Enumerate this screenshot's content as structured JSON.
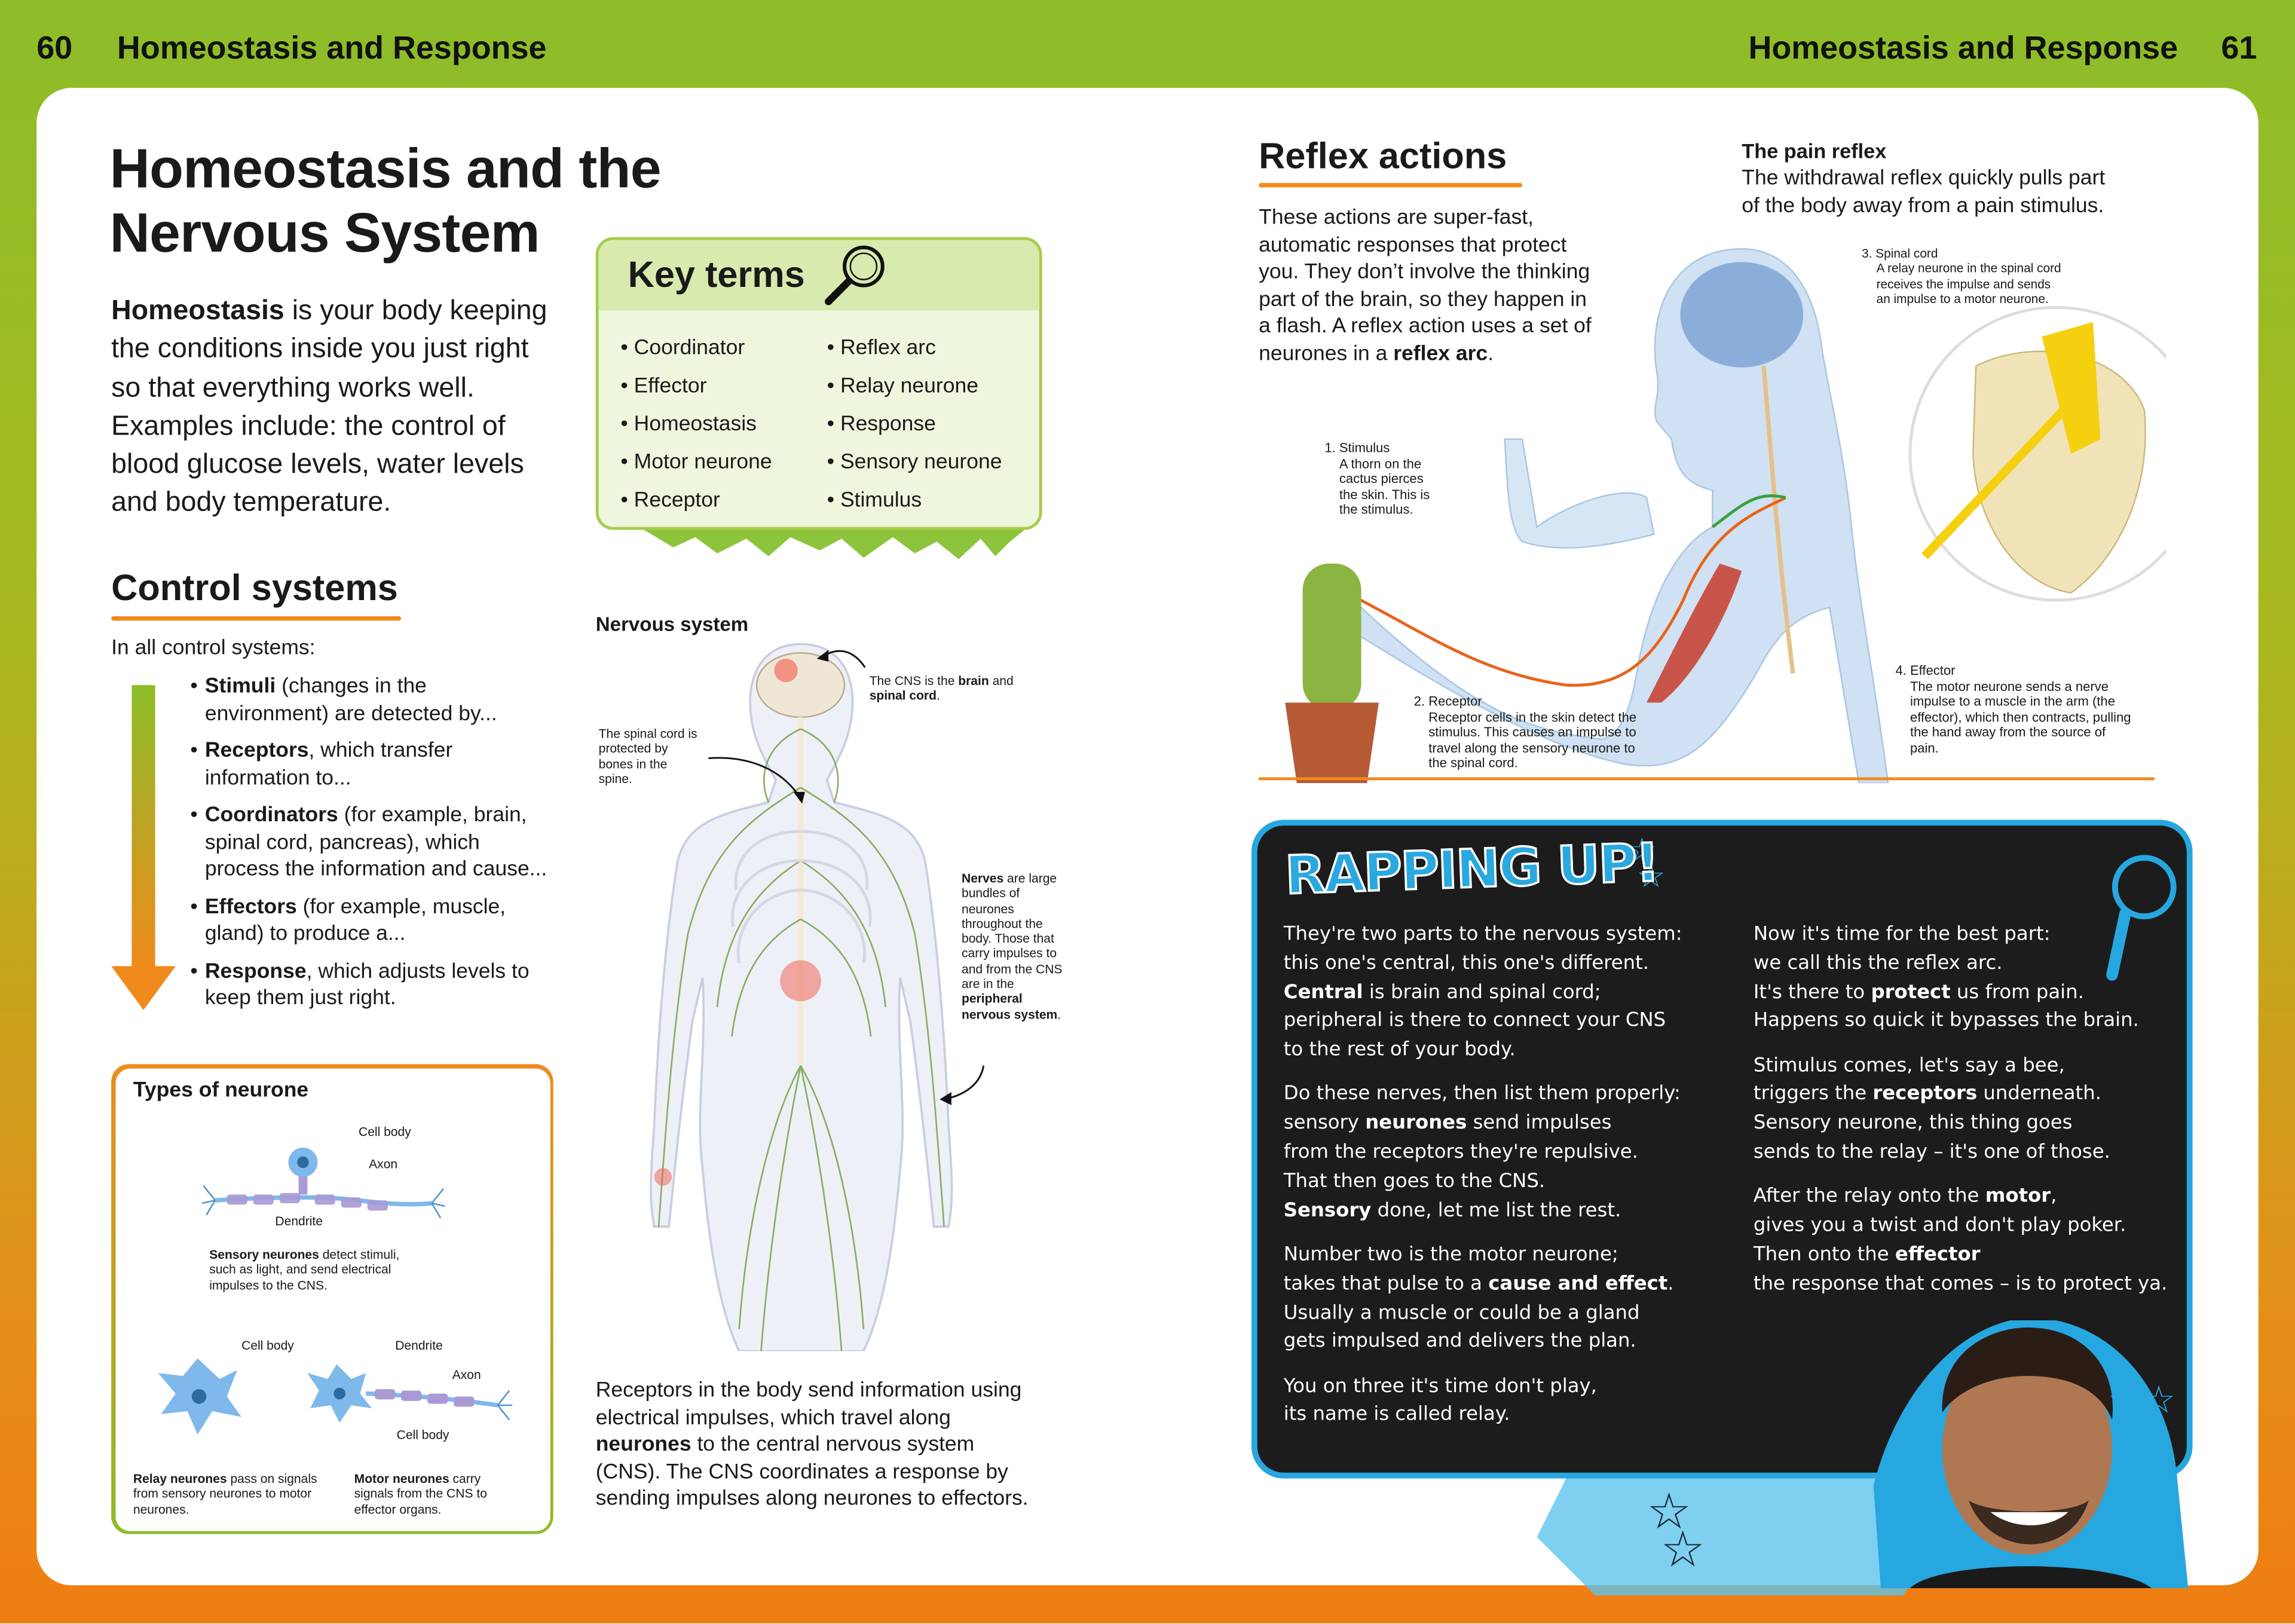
{
  "header": {
    "left_page_number": "60",
    "left_running_title": "Homeostasis and Response",
    "right_running_title": "Homeostasis and Response",
    "right_page_number": "61"
  },
  "title": {
    "line1": "Homeostasis and the",
    "line2": "Nervous System"
  },
  "intro": [
    [
      "Homeostasis",
      true
    ],
    [
      " is your body keeping the conditions inside you just right so that everything works well. Examples include: the control of blood glucose levels, water levels and body temperature.",
      false
    ]
  ],
  "key_terms": {
    "heading": "Key terms",
    "icon": "magnifier-icon",
    "col1": [
      "Coordinator",
      "Effector",
      "Homeostasis",
      "Motor neurone",
      "Receptor"
    ],
    "col2": [
      "Reflex arc",
      "Relay neurone",
      "Response",
      "Sensory neurone",
      "Stimulus"
    ]
  },
  "control": {
    "heading": "Control systems",
    "lead": "In all control systems:",
    "items": [
      [
        [
          "Stimuli",
          true
        ],
        [
          " (changes in the environment) are detected by...",
          false
        ]
      ],
      [
        [
          "Receptors",
          true
        ],
        [
          ", which transfer information to...",
          false
        ]
      ],
      [
        [
          "Coordinators",
          true
        ],
        [
          " (for example, brain, spinal cord, pancreas), which process the information and cause...",
          false
        ]
      ],
      [
        [
          "Effectors",
          true
        ],
        [
          " (for example, muscle, gland) to produce a...",
          false
        ]
      ],
      [
        [
          "Response",
          true
        ],
        [
          ", which adjusts levels to keep them just right.",
          false
        ]
      ]
    ],
    "arrow_colors": [
      "#8cbd2a",
      "#f08a1c"
    ]
  },
  "neurone_types": {
    "heading": "Types of neurone",
    "sensory_labels": {
      "cell_body": "Cell body",
      "axon": "Axon",
      "dendrite": "Dendrite"
    },
    "sensory_caption": [
      [
        "Sensory neurones",
        true
      ],
      [
        " detect stimuli, such as light, and send electrical impulses to the CNS.",
        false
      ]
    ],
    "relay_label": "Cell body",
    "relay_caption": [
      [
        "Relay neurones",
        true
      ],
      [
        " pass on signals from sensory neurones to motor neurones.",
        false
      ]
    ],
    "motor_labels": {
      "dendrite": "Dendrite",
      "axon": "Axon",
      "cell_body": "Cell body"
    },
    "motor_caption": [
      [
        "Motor neurones",
        true
      ],
      [
        " carry signals from the CNS to effector organs.",
        false
      ]
    ]
  },
  "nervous_system": {
    "heading": "Nervous system",
    "cns_note": [
      [
        "The CNS is the ",
        false
      ],
      [
        "brain",
        true
      ],
      [
        " and ",
        false
      ],
      [
        "spinal cord",
        true
      ],
      [
        ".",
        false
      ]
    ],
    "spine_note": "The spinal cord is protected by bones in the spine.",
    "nerves_note": [
      [
        "Nerves",
        true
      ],
      [
        " are large bundles of neurones throughout the body. Those that carry impulses to and from the CNS are in the ",
        false
      ],
      [
        "peripheral nervous system",
        true
      ],
      [
        ".",
        false
      ]
    ],
    "caption": [
      [
        "Receptors in the body send information using electrical impulses, which travel along ",
        false
      ],
      [
        "neurones",
        true
      ],
      [
        " to the central nervous system (CNS). The CNS coordinates a response by sending impulses along neurones to effectors.",
        false
      ]
    ]
  },
  "reflex": {
    "heading": "Reflex actions",
    "text": [
      [
        "These actions are super-fast, automatic responses that protect you. They don’t involve the thinking part of the brain, so they happen in a flash. A reflex action uses a set of neurones in a ",
        false
      ],
      [
        "reflex arc",
        true
      ],
      [
        ".",
        false
      ]
    ],
    "pain_title": "The pain reflex",
    "pain_text": "The withdrawal reflex quickly pulls part of the body away from a pain stimulus.",
    "steps": [
      {
        "title": "1. Stimulus",
        "text": "A thorn on the cactus pierces the skin. This is the stimulus."
      },
      {
        "title": "2. Receptor",
        "text": "Receptor cells in the skin detect the stimulus. This causes an impulse to travel along the sensory neurone to the spinal cord."
      },
      {
        "title": "3. Spinal cord",
        "text": "A relay neurone in the spinal cord receives the impulse and sends an impulse to a motor neurone."
      },
      {
        "title": "4. Effector",
        "text": "The motor neurone sends a nerve impulse to a muscle in the arm (the effector), which then contracts, pulling the hand away from the source of pain."
      }
    ]
  },
  "rap": {
    "title": "RAPPING UP!",
    "border_color": "#27a7df",
    "left": [
      [
        "They're two parts to the nervous system:",
        "this one's central, this one's different.",
        [
          [
            "Central",
            true
          ],
          [
            " is brain and spinal cord;",
            false
          ]
        ],
        "peripheral is there to connect your CNS",
        "to the rest of your body."
      ],
      [
        "Do these nerves, then list them properly:",
        [
          [
            "sensory ",
            false
          ],
          [
            "neurones",
            true
          ],
          [
            " send impulses",
            false
          ]
        ],
        "from the receptors they're repulsive.",
        "That then goes to the CNS.",
        [
          [
            "Sensory",
            true
          ],
          [
            " done, let me list the rest.",
            false
          ]
        ]
      ],
      [
        "Number two is the motor neurone;",
        [
          [
            "takes that pulse to a ",
            false
          ],
          [
            "cause and effect",
            true
          ],
          [
            ".",
            false
          ]
        ],
        "Usually a muscle or could be a gland",
        "gets impulsed and delivers the plan."
      ],
      [
        "You on three it's time don't play,",
        "its name is called relay."
      ]
    ],
    "right": [
      [
        "Now it's time for the best part:",
        "we call this the reflex arc.",
        [
          [
            "It's there to ",
            false
          ],
          [
            "protect",
            true
          ],
          [
            " us from pain.",
            false
          ]
        ],
        "Happens so quick it bypasses the brain."
      ],
      [
        "Stimulus comes, let's say a bee,",
        [
          [
            "triggers the ",
            false
          ],
          [
            "receptors",
            true
          ],
          [
            " underneath.",
            false
          ]
        ],
        "Sensory neurone, this thing goes",
        "sends to the relay – it's one of those."
      ],
      [
        [
          [
            "After the relay onto the ",
            false
          ],
          [
            "motor",
            true
          ],
          [
            ",",
            false
          ]
        ],
        "gives you a twist and don't play poker.",
        [
          [
            "Then onto the ",
            false
          ],
          [
            "effector",
            true
          ]
        ],
        "the response that comes – is to protect ya."
      ]
    ]
  }
}
